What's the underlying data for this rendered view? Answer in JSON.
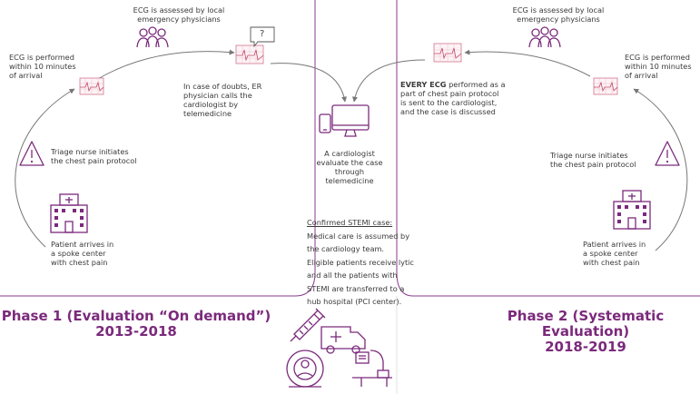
{
  "colors": {
    "accent": "#7b2a7c",
    "ecg": "#c44a6a",
    "arrow": "#777777"
  },
  "phase1": {
    "title_line1": "Phase 1 (Evaluation “On demand”)",
    "title_line2": "2013-2018",
    "ecg_assessed": [
      "ECG is assessed by local",
      "emergency physicians"
    ],
    "ecg_performed": [
      "ECG is performed",
      "within 10 minutes",
      "of arrival"
    ],
    "doubts": [
      "In case of doubts, ER",
      "physician calls the",
      "cardiologist by",
      "telemedicine"
    ],
    "triage": [
      "Triage nurse initiates",
      "the chest pain protocol"
    ],
    "arrives": [
      "Patient arrives in",
      "a spoke center",
      "with chest pain"
    ],
    "bubble_mark": "?"
  },
  "center": {
    "evaluate": [
      "A cardiologist",
      "evaluate the case",
      "through",
      "telemedicine"
    ],
    "stemi_heading": "Confirmed STEMI case:",
    "stemi_lines": [
      "Medical care is assumed by",
      "the cardiology team.",
      "Eligible patients receive lytic",
      "and all the patients with",
      "STEMI are transferred to a",
      "hub hospital (PCI center)."
    ]
  },
  "phase2": {
    "title_line1": "Phase 2 (Systematic Evaluation)",
    "title_line2": "2018-2019",
    "ecg_assessed": [
      "ECG is assessed by local",
      "emergency physicians"
    ],
    "ecg_performed": [
      "ECG is performed",
      "within 10 minutes",
      "of arrival"
    ],
    "every_ecg_bold": "EVERY ECG",
    "every_ecg_rest": " performed as a",
    "every_ecg_lines": [
      "part of chest pain protocol",
      "is sent to the cardiologist,",
      "and the case is discussed"
    ],
    "triage": [
      "Triage nurse initiates",
      "the chest pain protocol"
    ],
    "arrives": [
      "Patient arrives in",
      "a spoke center",
      "with chest pain"
    ]
  },
  "icons": [
    "doctors-group-icon",
    "ecg-monitor-icon",
    "speech-bubble-icon",
    "warning-triangle-icon",
    "hospital-building-icon",
    "computer-monitor-icon",
    "smartphone-icon",
    "syringe-icon",
    "ambulance-icon",
    "mri-scanner-icon",
    "cath-lab-icon"
  ]
}
